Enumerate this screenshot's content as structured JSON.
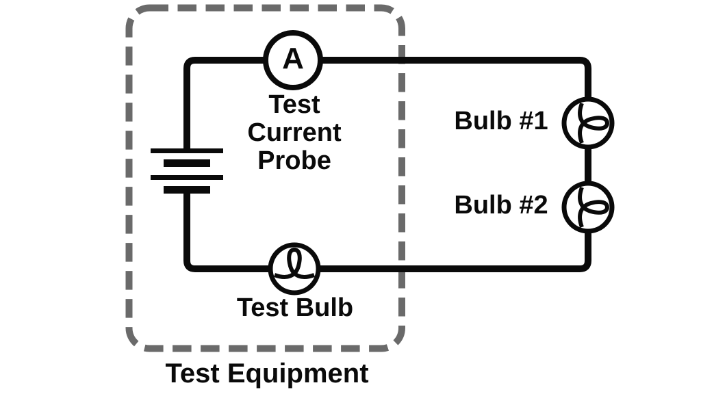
{
  "diagram": {
    "type": "circuit-schematic",
    "enclosure_label": "Test Equipment",
    "ammeter_symbol": "A",
    "ammeter_label": {
      "line1": "Test",
      "line2": "Current",
      "line3": "Probe"
    },
    "test_bulb_label": "Test Bulb",
    "bulb1_label": "Bulb #1",
    "bulb2_label": "Bulb #2",
    "colors": {
      "wire": "#0a0a0a",
      "dashed_box": "#6a6a6a",
      "text": "#0a0a0a",
      "background": "#ffffff"
    }
  }
}
